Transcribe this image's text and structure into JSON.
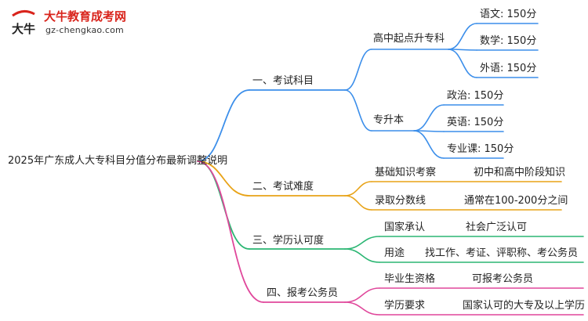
{
  "brand": {
    "name": "大牛教育成考网",
    "url": "gz-chengkao.com",
    "logo_text": "大牛"
  },
  "root": "2025年广东成人大专科目分值分布最新调整说明",
  "colors": {
    "blue": "#3b8eea",
    "orange": "#e8a317",
    "green": "#2bb673",
    "pink": "#e0479b"
  },
  "branches": [
    {
      "label": "一、考试科目",
      "groups": [
        {
          "label": "高中起点升专科",
          "items": [
            "语文: 150分",
            "数学: 150分",
            "外语: 150分"
          ]
        },
        {
          "label": "专升本",
          "items": [
            "政治: 150分",
            "英语: 150分",
            "专业课: 150分"
          ]
        }
      ]
    },
    {
      "label": "二、考试难度",
      "rows": [
        {
          "key": "基础知识考察",
          "value": "初中和高中阶段知识"
        },
        {
          "key": "录取分数线",
          "value": "通常在100-200分之间"
        }
      ]
    },
    {
      "label": "三、学历认可度",
      "rows": [
        {
          "key": "国家承认",
          "value": "社会广泛认可"
        },
        {
          "key": "用途",
          "value": "找工作、考证、评职称、考公务员"
        }
      ]
    },
    {
      "label": "四、报考公务员",
      "rows": [
        {
          "key": "毕业生资格",
          "value": "可报考公务员"
        },
        {
          "key": "学历要求",
          "value": "国家认可的大专及以上学历"
        }
      ]
    }
  ]
}
